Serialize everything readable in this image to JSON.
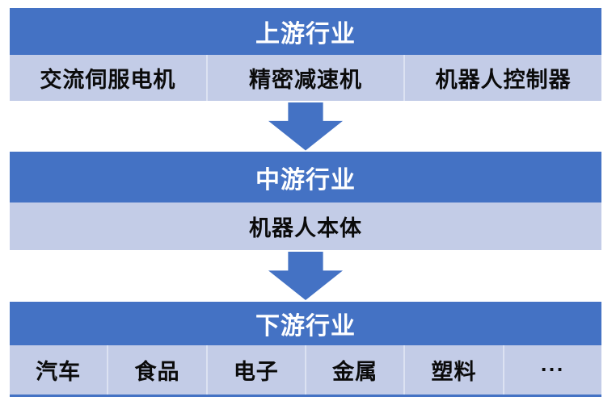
{
  "diagram": {
    "title": "industry-chain-flow",
    "colors": {
      "primary_blue": "#4472C4",
      "light_blue": "#C3CCE7",
      "divider": "#dce2f2",
      "header_text": "#ffffff",
      "cell_text": "#0b0b0b"
    },
    "sections": [
      {
        "header": "上游行业",
        "cells": [
          "交流伺服电机",
          "精密减速机",
          "机器人控制器"
        ]
      },
      {
        "header": "中游行业",
        "cells": [
          "机器人本体"
        ]
      },
      {
        "header": "下游行业",
        "cells": [
          "汽车",
          "食品",
          "电子",
          "金属",
          "塑料",
          "···"
        ]
      }
    ],
    "connectors": [
      {
        "type": "down-arrow"
      },
      {
        "type": "down-arrow"
      }
    ]
  }
}
